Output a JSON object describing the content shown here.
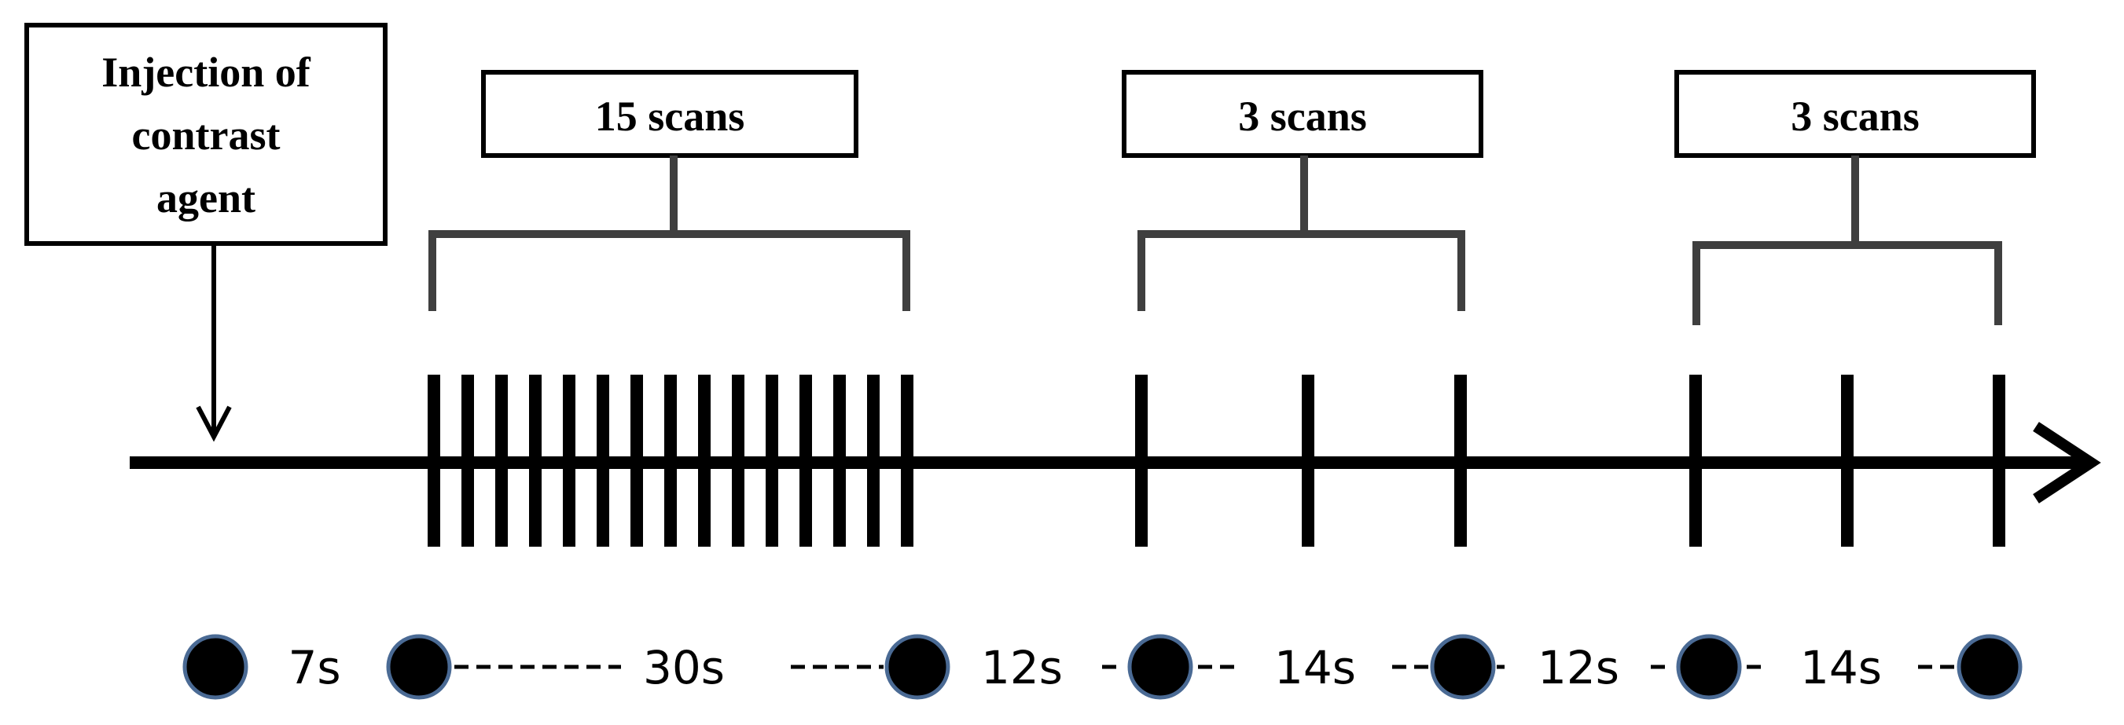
{
  "injection_box": {
    "lines": [
      "Injection of",
      "contrast",
      "agent"
    ]
  },
  "scan_groups": [
    {
      "label": "15 scans",
      "scan_count": 15
    },
    {
      "label": "3 scans",
      "scan_count": 3
    },
    {
      "label": "3 scans",
      "scan_count": 3
    }
  ],
  "intervals": [
    "7s",
    "30s",
    "12s",
    "14s",
    "12s",
    "14s"
  ],
  "colors": {
    "line": "#000000",
    "bracket": "#3f3f3f",
    "dot_fill": "#000000",
    "dot_stroke": "#4a6a94",
    "background": "#ffffff"
  }
}
